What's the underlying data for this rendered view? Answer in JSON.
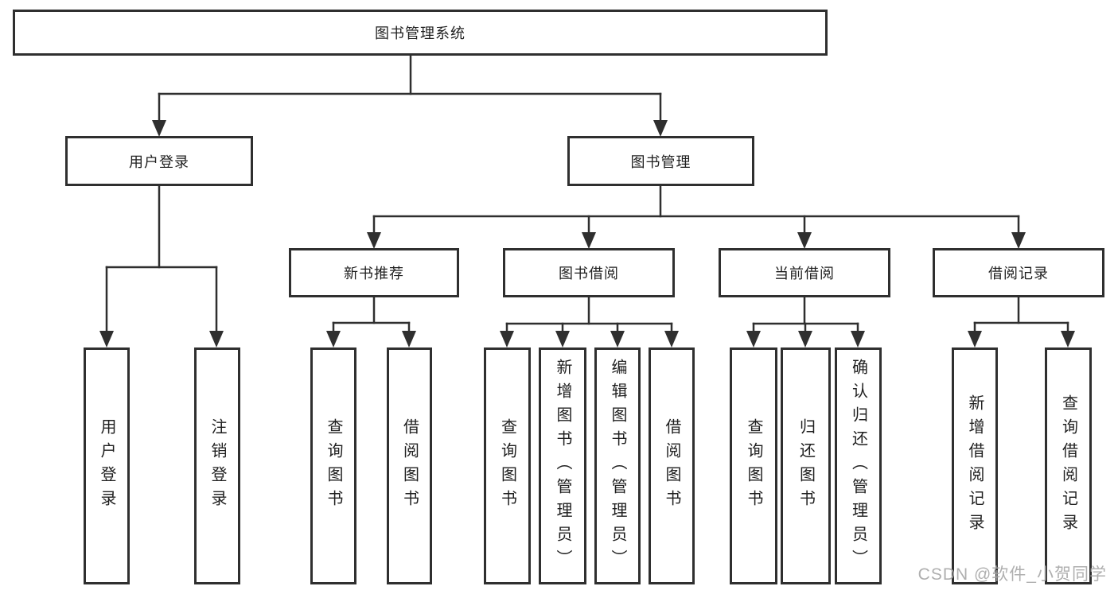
{
  "tree": {
    "root": {
      "label": "图书管理系统"
    },
    "branches": [
      {
        "label": "用户登录",
        "children": [
          {
            "label": "用户登录"
          },
          {
            "label": "注销登录"
          }
        ]
      },
      {
        "label": "图书管理",
        "children": [
          {
            "label": "新书推荐",
            "children": [
              {
                "label": "查询图书"
              },
              {
                "label": "借阅图书"
              }
            ]
          },
          {
            "label": "图书借阅",
            "children": [
              {
                "label": "查询图书"
              },
              {
                "label": "新增图书（管理员）"
              },
              {
                "label": "编辑图书（管理员）"
              },
              {
                "label": "借阅图书"
              }
            ]
          },
          {
            "label": "当前借阅",
            "children": [
              {
                "label": "查询图书"
              },
              {
                "label": "归还图书"
              },
              {
                "label": "确认归还（管理员）"
              }
            ]
          },
          {
            "label": "借阅记录",
            "children": [
              {
                "label": "新增借阅记录"
              },
              {
                "label": "查询借阅记录"
              }
            ]
          }
        ]
      }
    ]
  },
  "watermark": {
    "text": "CSDN @软件_小贺同学"
  },
  "colors": {
    "line": "#2f2f2f",
    "box_border": "#2f2f2f",
    "text": "#1f1f1f",
    "watermark": "#a8a8a8",
    "background": "#ffffff"
  }
}
